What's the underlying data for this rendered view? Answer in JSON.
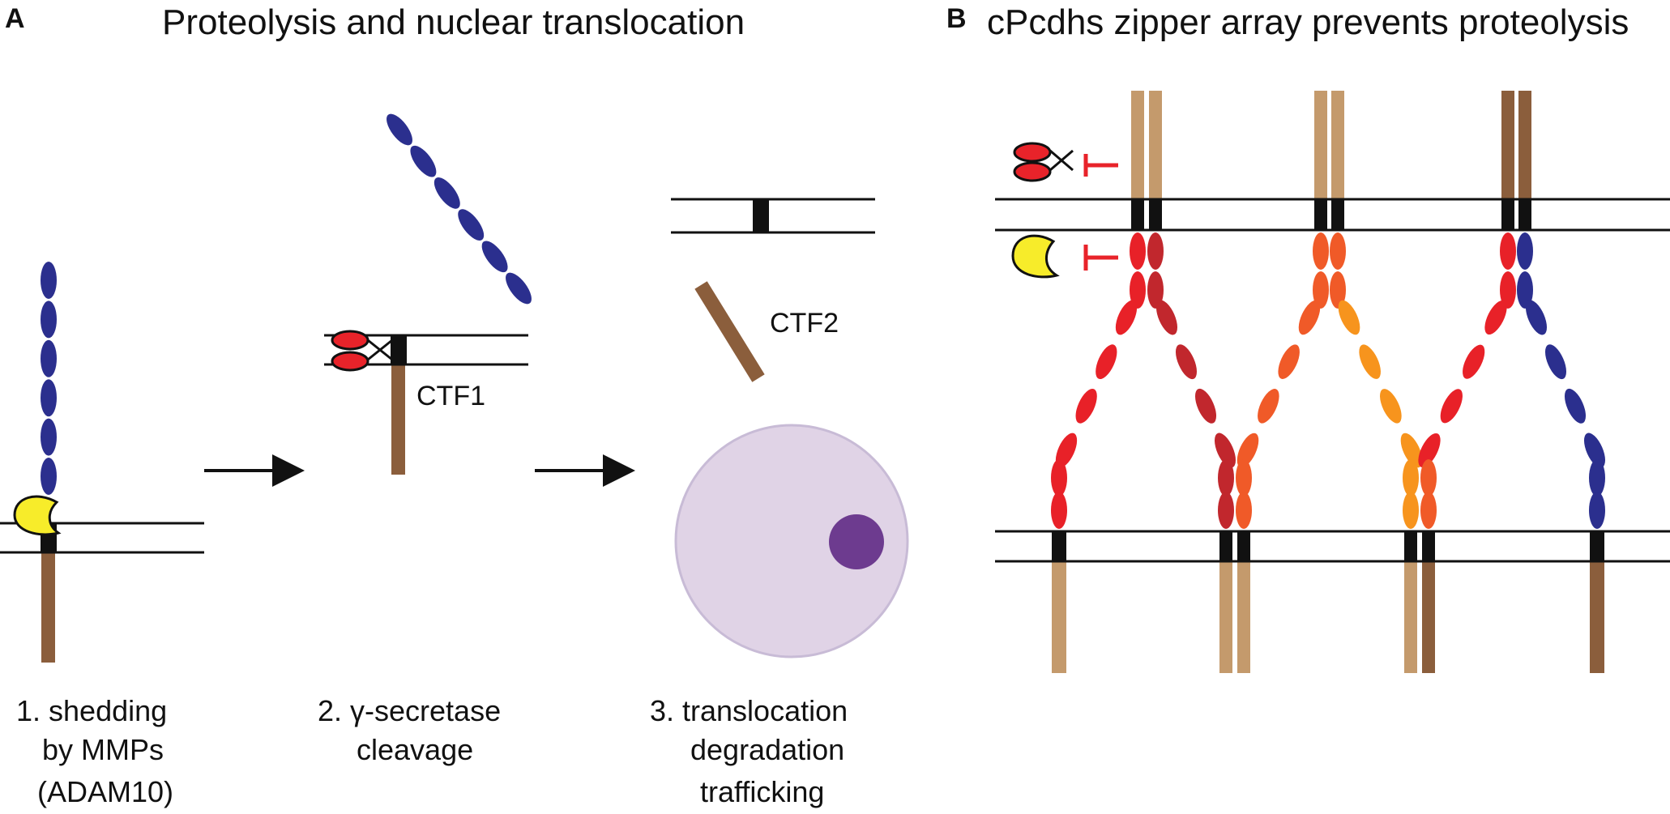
{
  "panel_a": {
    "letter": "A",
    "title": "Proteolysis and nuclear translocation",
    "ctf1_label": "CTF1",
    "ctf2_label": "CTF2",
    "steps": [
      {
        "lines": [
          "1. shedding",
          "by MMPs",
          "(ADAM10)"
        ]
      },
      {
        "lines": [
          "2.  γ-secretase",
          "cleavage"
        ]
      },
      {
        "lines": [
          "3.  translocation",
          "degradation",
          "trafficking"
        ]
      }
    ]
  },
  "panel_b": {
    "letter": "B",
    "title": "cPcdhs zipper array prevents proteolysis"
  },
  "colors": {
    "ec_blue": "#2b2f8e",
    "mmp_yellow": "#f7ec2a",
    "secretase_red": "#e8232a",
    "inhibit_red": "#e8232a",
    "stalk_brown": "#8b5e3c",
    "stalk_tan": "#c49a6c",
    "nucleus": "#e0d3e6",
    "nucleolus": "#6d3b8f",
    "red": "#e82128",
    "dark_red": "#c1272d",
    "orange_red": "#f05a28",
    "orange": "#f7941d"
  }
}
